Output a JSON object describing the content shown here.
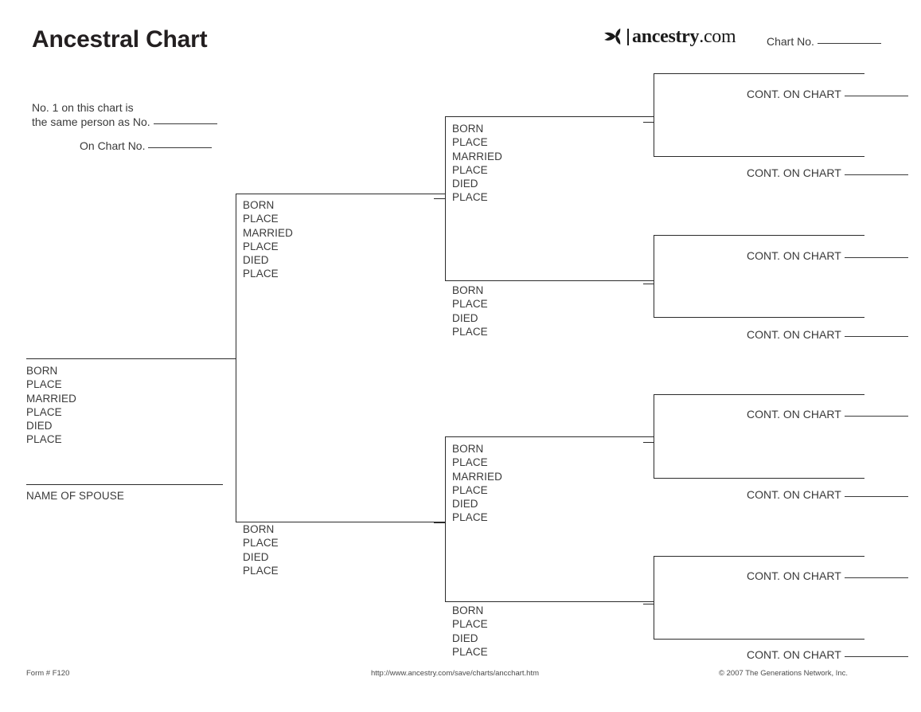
{
  "header": {
    "title": "Ancestral Chart",
    "brand_name": "ancestry",
    "brand_tld": ".com",
    "brand_mark_icon": "ancestry-leaf-icon",
    "chart_no_label": "Chart No."
  },
  "note": {
    "line1": "No. 1 on this chart is",
    "line2": "the same person as No.",
    "on_chart_label": "On Chart No."
  },
  "labels": {
    "born": "BORN",
    "place": "PLACE",
    "married": "MARRIED",
    "died": "DIED",
    "name_of_spouse": "NAME OF SPOUSE",
    "cont_on_chart": "CONT. ON CHART"
  },
  "person1": {
    "fields": [
      "BORN",
      "PLACE",
      "MARRIED",
      "DIED",
      "PLACE"
    ],
    "field_list": [
      "BORN",
      "PLACE",
      "MARRIED",
      "PLACE",
      "DIED",
      "PLACE"
    ],
    "spouse_label": "NAME OF SPOUSE"
  },
  "generation2": [
    {
      "position": "father",
      "fields": [
        "BORN",
        "PLACE",
        "MARRIED",
        "PLACE",
        "DIED",
        "PLACE"
      ]
    },
    {
      "position": "mother",
      "fields": [
        "BORN",
        "PLACE",
        "DIED",
        "PLACE"
      ]
    }
  ],
  "generation3": [
    {
      "position": "paternal-grandfather",
      "fields": [
        "BORN",
        "PLACE",
        "MARRIED",
        "PLACE",
        "DIED",
        "PLACE"
      ]
    },
    {
      "position": "paternal-grandmother",
      "fields": [
        "BORN",
        "PLACE",
        "DIED",
        "PLACE"
      ]
    },
    {
      "position": "maternal-grandfather",
      "fields": [
        "BORN",
        "PLACE",
        "MARRIED",
        "PLACE",
        "DIED",
        "PLACE"
      ]
    },
    {
      "position": "maternal-grandmother",
      "fields": [
        "BORN",
        "PLACE",
        "DIED",
        "PLACE"
      ]
    }
  ],
  "generation4": [
    {
      "label": "CONT. ON CHART"
    },
    {
      "label": "CONT. ON CHART"
    },
    {
      "label": "CONT. ON CHART"
    },
    {
      "label": "CONT. ON CHART"
    },
    {
      "label": "CONT. ON CHART"
    },
    {
      "label": "CONT. ON CHART"
    },
    {
      "label": "CONT. ON CHART"
    },
    {
      "label": "CONT. ON CHART"
    }
  ],
  "footer": {
    "form_number": "Form # F120",
    "url": "http://www.ancestry.com/save/charts/ancchart.htm",
    "copyright": "© 2007 The Generations Network, Inc."
  },
  "colors": {
    "ink": "#3a3a3a",
    "rule": "#2b2b2b",
    "title": "#231f20",
    "page": "#ffffff"
  }
}
